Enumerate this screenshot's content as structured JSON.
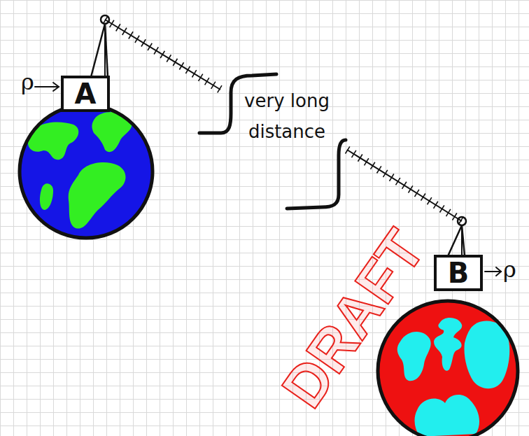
{
  "diagram": {
    "nodes": [
      {
        "text": [
          "A"
        ]
      },
      {
        "text": [
          "B"
        ]
      }
    ],
    "edges": [
      {
        "from": 0,
        "to": 1,
        "arrow": "none",
        "label": "very long distance"
      }
    ],
    "labels": [
      "ρ",
      "ρ",
      "DRAFT"
    ]
  }
}
